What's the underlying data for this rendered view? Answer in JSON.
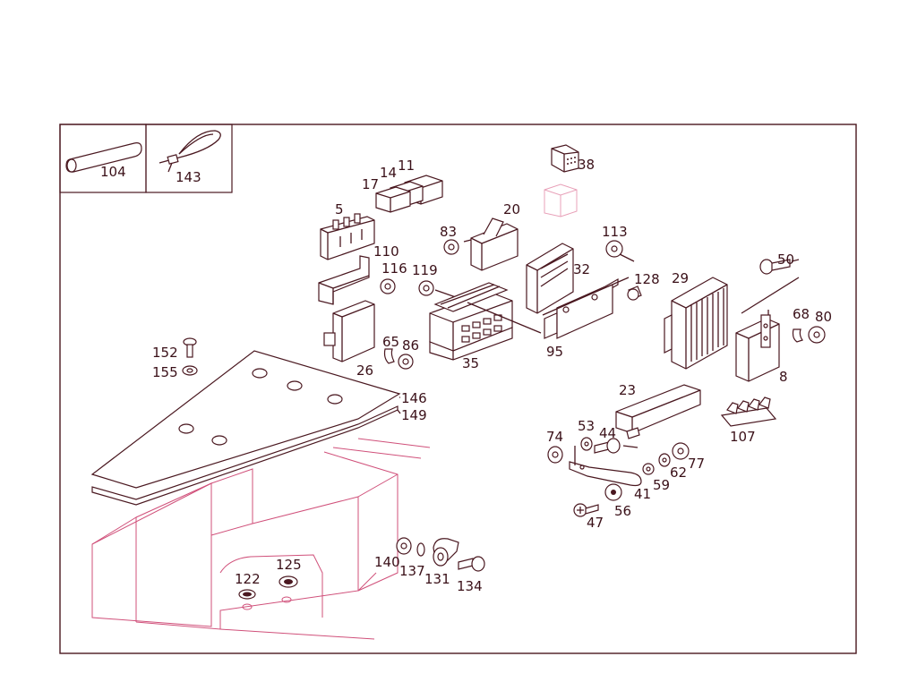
{
  "diagram": {
    "labels": {
      "p104": "104",
      "p143": "143",
      "p11": "11",
      "p14": "14",
      "p17": "17",
      "p38": "38",
      "p5": "5",
      "p20": "20",
      "p83": "83",
      "p113": "113",
      "p110": "110",
      "p116": "116",
      "p119": "119",
      "p32": "32",
      "p128": "128",
      "p29": "29",
      "p50": "50",
      "p26": "26",
      "p65": "65",
      "p86": "86",
      "p35": "35",
      "p95": "95",
      "p68": "68",
      "p80": "80",
      "p8": "8",
      "p152": "152",
      "p155": "155",
      "p146": "146",
      "p149": "149",
      "p23": "23",
      "p107": "107",
      "p74": "74",
      "p53": "53",
      "p44": "44",
      "p41": "41",
      "p59": "59",
      "p62": "62",
      "p77": "77",
      "p47": "47",
      "p56": "56",
      "p140": "140",
      "p137": "137",
      "p131": "131",
      "p134": "134",
      "p122": "122",
      "p125": "125"
    },
    "colors": {
      "line": "#4a1820",
      "body_outline": "#d0507a",
      "ghost_part": "#e8a0b8",
      "text": "#3a1018"
    }
  }
}
